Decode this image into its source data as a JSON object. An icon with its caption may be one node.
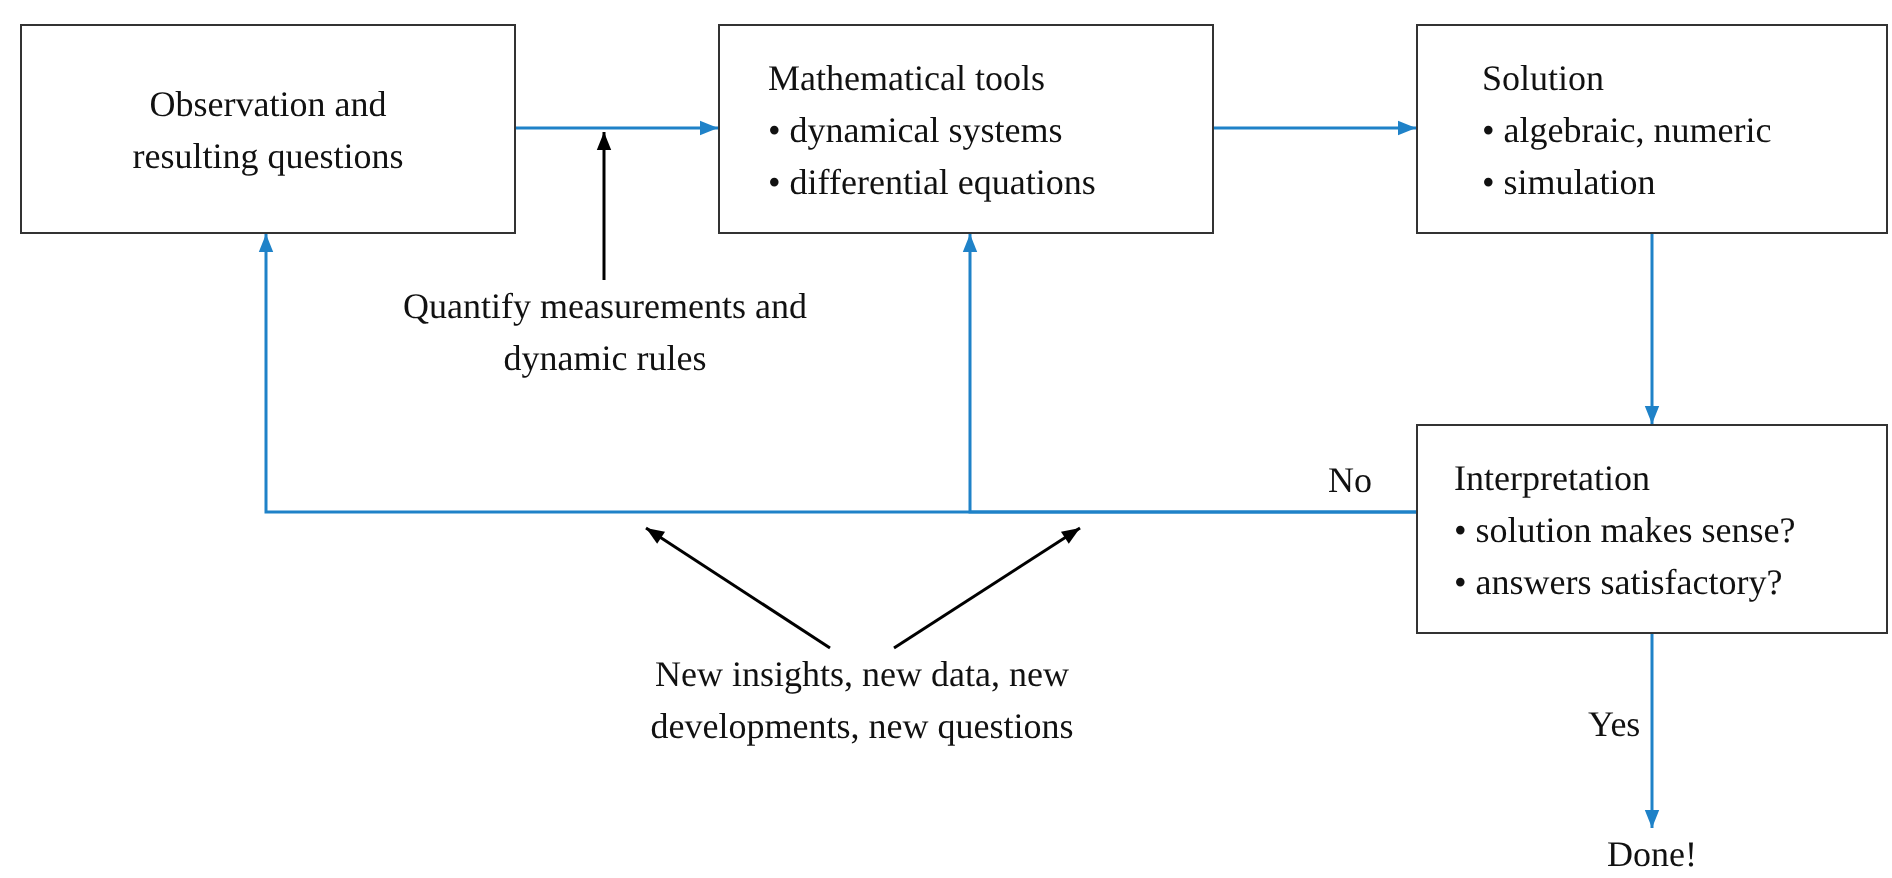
{
  "diagram": {
    "nodes": [
      {
        "text": [
          "Observation and resulting questions"
        ]
      },
      {
        "text": [
          "Mathematical tools",
          "• dynamical systems",
          "• differential equations"
        ]
      },
      {
        "text": [
          "Solution",
          "• algebraic, numeric",
          "• simulation"
        ]
      },
      {
        "text": [
          "Interpretation",
          "• solution makes sense?",
          "• answers satisfactory?"
        ]
      },
      {
        "text": [
          "Done!"
        ]
      },
      {
        "text": [
          "Quantify measurements and dynamic rules"
        ]
      },
      {
        "text": [
          "New insights, new data, new developments, new questions"
        ]
      }
    ],
    "edges": [
      {
        "from": 0,
        "to": 1,
        "arrow": "to"
      },
      {
        "from": 1,
        "to": 2,
        "arrow": "to"
      },
      {
        "from": 2,
        "to": 3,
        "arrow": "to"
      },
      {
        "from": 3,
        "to": 0,
        "arrow": "to",
        "label": "No"
      },
      {
        "from": 3,
        "to": 1,
        "arrow": "to"
      },
      {
        "from": 3,
        "to": 4,
        "arrow": "to",
        "label": "Yes"
      },
      {
        "from": 5,
        "to": null,
        "arrow": "to",
        "color": "#000000"
      },
      {
        "from": 6,
        "to": null,
        "arrow": "to",
        "color": "#000000"
      },
      {
        "from": 6,
        "to": null,
        "arrow": "to",
        "color": "#000000"
      }
    ]
  }
}
